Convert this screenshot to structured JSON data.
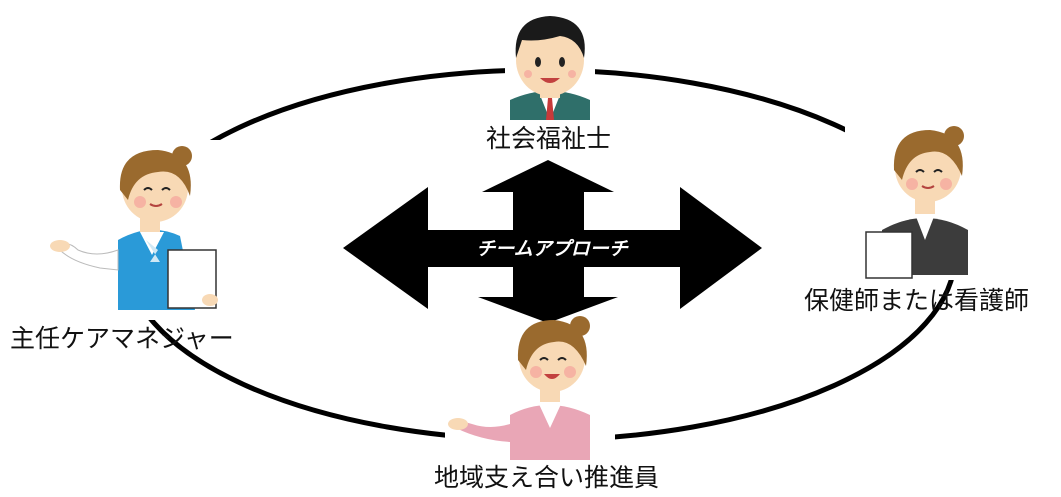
{
  "diagram": {
    "center_label": "チームアプローチ",
    "roles": {
      "top": "社会福祉士",
      "left": "主任ケアマネジャー",
      "right": "保健師または看護師",
      "bottom": "地域支え合い推進員"
    }
  },
  "colors": {
    "ring": "#000000",
    "arrow": "#000000",
    "left_person_vest": "#2a9ad8",
    "right_person_suit": "#3c3c3c",
    "bottom_person_jacket": "#e9a6b6",
    "top_person_suit": "#2f6f6a",
    "skin": "#f8d9b5",
    "hair_brown": "#9a6a2e",
    "hair_black": "#1a1a1a"
  },
  "icons": [
    "social-worker-illustration",
    "care-manager-illustration",
    "nurse-illustration",
    "community-support-illustration"
  ]
}
